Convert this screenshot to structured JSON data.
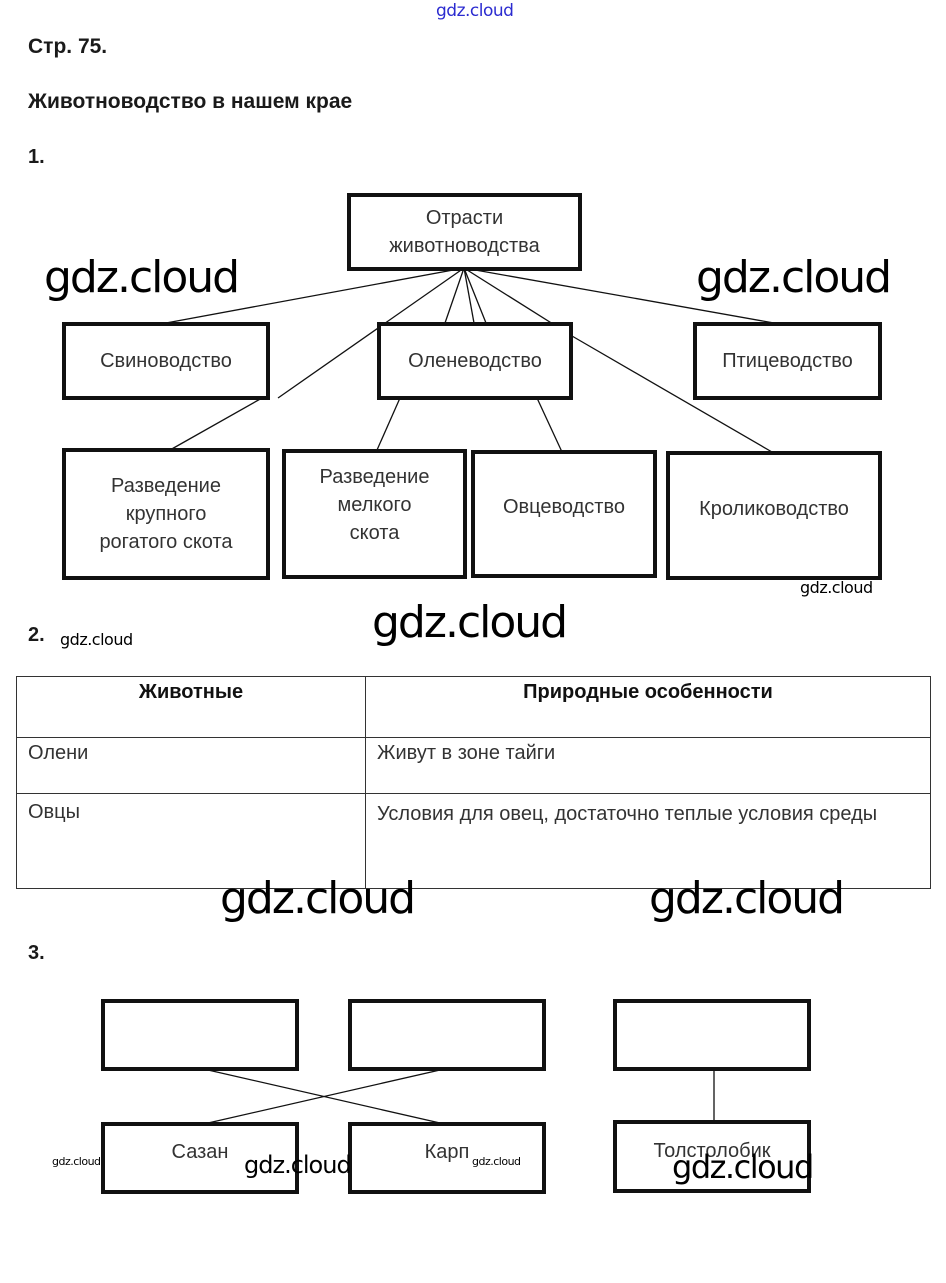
{
  "watermark": {
    "text": "gdz.cloud",
    "top_color": "#2b2bd0"
  },
  "page": {
    "page_number": "Стр. 75.",
    "title": "Животноводство в нашем крае"
  },
  "task1": {
    "number": "1.",
    "root": "Отрасти животноводства",
    "root_lines": [
      "Отрасти",
      "животноводства"
    ],
    "level1": [
      {
        "label": "Свиноводство"
      },
      {
        "label": "Оленеводство"
      },
      {
        "label": "Птицеводство"
      }
    ],
    "level2": [
      {
        "lines": [
          "Разведение",
          "крупного",
          "рогатого скота"
        ]
      },
      {
        "lines": [
          "Разведение",
          "мелкого",
          "скота"
        ]
      },
      {
        "lines": [
          "Овцеводство"
        ]
      },
      {
        "lines": [
          "Кролиководство"
        ]
      }
    ]
  },
  "task2": {
    "number": "2.",
    "headers": [
      "Животные",
      "Природные особенности"
    ],
    "rows": [
      {
        "animal": "Олени",
        "features": "Живут в зоне тайги"
      },
      {
        "animal": "Овцы",
        "features": "Условия для овец, достаточно теплые условия среды"
      }
    ]
  },
  "task3": {
    "number": "3.",
    "top_boxes": [
      "",
      "",
      ""
    ],
    "bottom_boxes": [
      "Сазан",
      "Карп",
      "Толстолобик"
    ]
  }
}
